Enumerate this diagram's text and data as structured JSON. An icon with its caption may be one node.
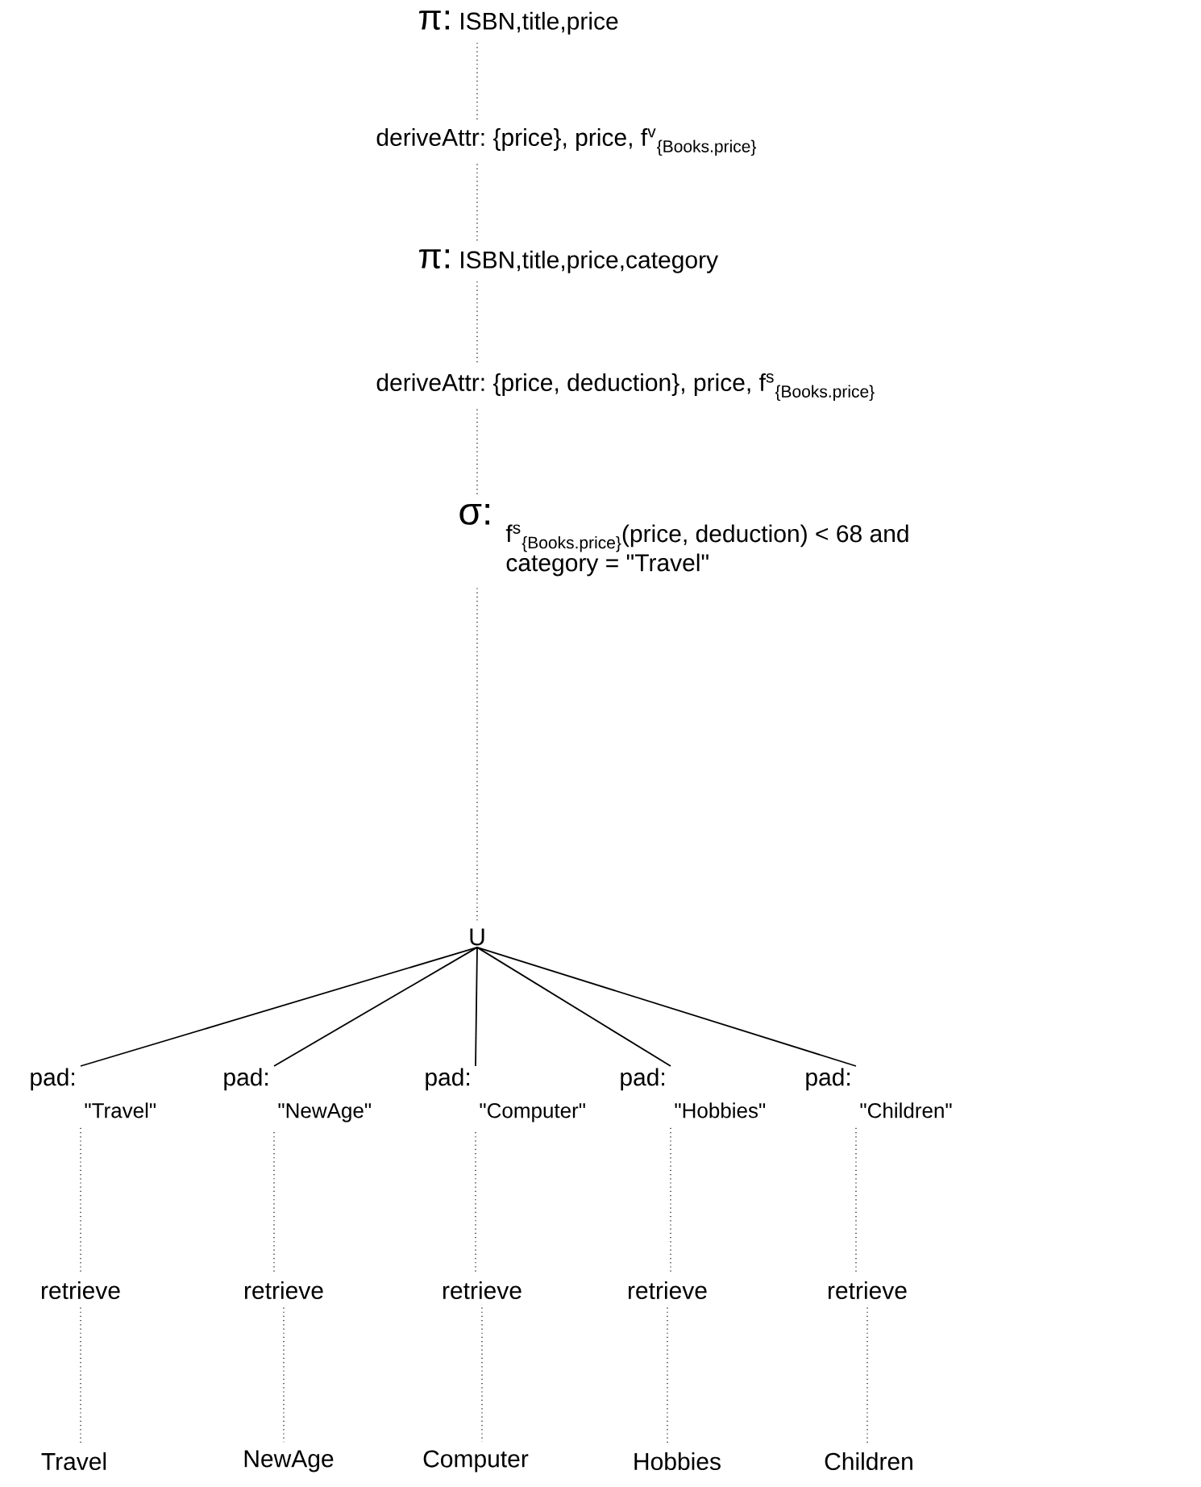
{
  "diagram": {
    "nodes": [
      {
        "text": [
          "π:",
          "ISBN,title,price"
        ]
      },
      {
        "text": [
          "deriveAttr:",
          "{price}, price, f$^{v}$",
          "{Books.price}"
        ]
      },
      {
        "text": [
          "π:",
          "ISBN,title,price,category"
        ]
      },
      {
        "text": [
          "deriveAttr:",
          "{price, deduction}, price, f$^{s}$",
          "{Books.price}"
        ]
      },
      {
        "text": [
          "σ:",
          "f$^{s}$",
          "{Books.price}",
          "(price, deduction) < 68 and category = \"Travel\""
        ]
      },
      {
        "text": [
          "U"
        ]
      },
      {
        "text": [
          "pad:",
          "\"Travel\""
        ]
      },
      {
        "text": [
          "pad:",
          "\"NewAge\""
        ]
      },
      {
        "text": [
          "pad:",
          "\"Computer\""
        ]
      },
      {
        "text": [
          "pad:",
          "\"Hobbies\""
        ]
      },
      {
        "text": [
          "pad:",
          "\"Children\""
        ]
      },
      {
        "text": [
          "retrieve"
        ]
      },
      {
        "text": [
          "retrieve"
        ]
      },
      {
        "text": [
          "retrieve"
        ]
      },
      {
        "text": [
          "retrieve"
        ]
      },
      {
        "text": [
          "retrieve"
        ]
      },
      {
        "text": [
          "Travel"
        ]
      },
      {
        "text": [
          "NewAge"
        ]
      },
      {
        "text": [
          "Computer"
        ]
      },
      {
        "text": [
          "Hobbies"
        ]
      },
      {
        "text": [
          "Children"
        ]
      }
    ],
    "edges": [
      {
        "from": 0,
        "to": 1,
        "arrow": "none",
        "style": "dashed"
      },
      {
        "from": 1,
        "to": 2,
        "arrow": "none",
        "style": "dashed"
      },
      {
        "from": 2,
        "to": 3,
        "arrow": "none",
        "style": "dashed"
      },
      {
        "from": 3,
        "to": 4,
        "arrow": "none",
        "style": "dashed"
      },
      {
        "from": 4,
        "to": 5,
        "arrow": "none",
        "style": "dashed"
      },
      {
        "from": 5,
        "to": 6,
        "arrow": "none"
      },
      {
        "from": 5,
        "to": 7,
        "arrow": "none"
      },
      {
        "from": 5,
        "to": 8,
        "arrow": "none"
      },
      {
        "from": 5,
        "to": 9,
        "arrow": "none"
      },
      {
        "from": 5,
        "to": 10,
        "arrow": "none"
      },
      {
        "from": 6,
        "to": 11,
        "arrow": "none",
        "style": "dashed"
      },
      {
        "from": 7,
        "to": 12,
        "arrow": "none",
        "style": "dashed"
      },
      {
        "from": 8,
        "to": 13,
        "arrow": "none",
        "style": "dashed"
      },
      {
        "from": 9,
        "to": 14,
        "arrow": "none",
        "style": "dashed"
      },
      {
        "from": 10,
        "to": 15,
        "arrow": "none",
        "style": "dashed"
      },
      {
        "from": 11,
        "to": 16,
        "arrow": "none",
        "style": "dashed"
      },
      {
        "from": 12,
        "to": 17,
        "arrow": "none",
        "style": "dashed"
      },
      {
        "from": 13,
        "to": 18,
        "arrow": "none",
        "style": "dashed"
      },
      {
        "from": 14,
        "to": 19,
        "arrow": "none",
        "style": "dashed"
      },
      {
        "from": 15,
        "to": 20,
        "arrow": "none",
        "style": "dashed"
      }
    ]
  }
}
